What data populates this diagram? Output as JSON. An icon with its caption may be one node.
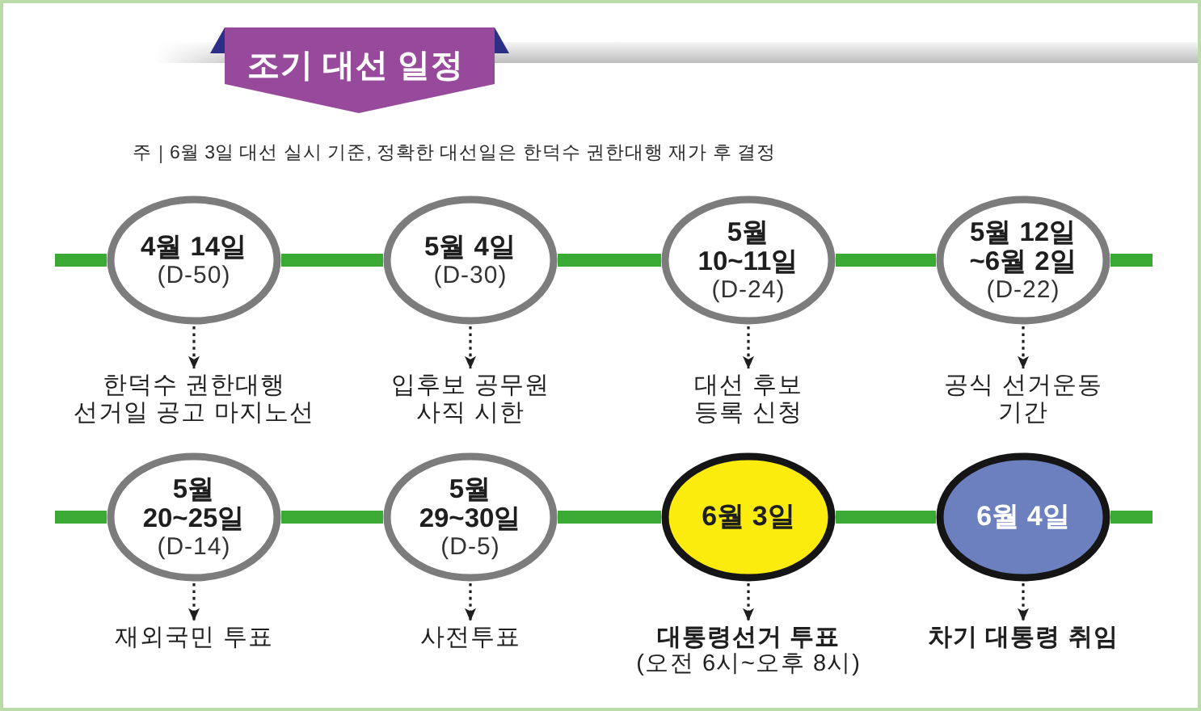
{
  "diagram": {
    "title": "조기 대선 일정",
    "nodes": [
      {
        "text": [
          "4월 14일",
          "(D-50)"
        ]
      },
      {
        "text": [
          "5월 4일",
          "(D-30)"
        ]
      },
      {
        "text": [
          "5월 10~11일",
          "(D-24)"
        ]
      },
      {
        "text": [
          "5월 12일 ~6월 2일",
          "(D-22)"
        ]
      },
      {
        "text": [
          "한덕수 권한대행 선거일 공고 마지노선"
        ]
      },
      {
        "text": [
          "입후보 공무원 사직 시한"
        ]
      },
      {
        "text": [
          "대선 후보 등록 신청"
        ]
      },
      {
        "text": [
          "공식 선거운동 기간"
        ]
      },
      {
        "text": [
          "5월 20~25일",
          "(D-14)"
        ]
      },
      {
        "text": [
          "5월 29~30일",
          "(D-5)"
        ]
      },
      {
        "text": [
          "6월 3일"
        ]
      },
      {
        "text": [
          "6월 4일"
        ]
      },
      {
        "text": [
          "재외국민 투표"
        ]
      },
      {
        "text": [
          "사전투표"
        ]
      },
      {
        "text": [
          "대통령선거 투표",
          "(오전 6시~오후 8시)"
        ]
      },
      {
        "text": [
          "차기 대통령 취임"
        ]
      }
    ],
    "edges": [
      {
        "from": null,
        "to": 0,
        "arrow": "none",
        "color": "#3aaa35"
      },
      {
        "from": 0,
        "to": 1,
        "arrow": "none",
        "color": "#3aaa35"
      },
      {
        "from": 1,
        "to": 2,
        "arrow": "none",
        "color": "#3aaa35"
      },
      {
        "from": 2,
        "to": 3,
        "arrow": "none",
        "color": "#3aaa35"
      },
      {
        "from": 3,
        "to": null,
        "arrow": "none",
        "color": "#3aaa35"
      },
      {
        "from": 0,
        "to": 4,
        "arrow": "to",
        "style": "dashed",
        "color": "#1e1e1e"
      },
      {
        "from": 1,
        "to": 5,
        "arrow": "to",
        "style": "dashed",
        "color": "#1e1e1e"
      },
      {
        "from": 2,
        "to": 6,
        "arrow": "to",
        "style": "dashed",
        "color": "#1e1e1e"
      },
      {
        "from": 3,
        "to": 7,
        "arrow": "to",
        "style": "dashed",
        "color": "#1e1e1e"
      },
      {
        "from": null,
        "to": 8,
        "arrow": "none",
        "color": "#3aaa35"
      },
      {
        "from": 8,
        "to": 9,
        "arrow": "none",
        "color": "#3aaa35"
      },
      {
        "from": 9,
        "to": 10,
        "arrow": "none",
        "color": "#3aaa35"
      },
      {
        "from": 10,
        "to": 11,
        "arrow": "none",
        "color": "#3aaa35"
      },
      {
        "from": 11,
        "to": null,
        "arrow": "none",
        "color": "#3aaa35"
      },
      {
        "from": 8,
        "to": 12,
        "arrow": "to",
        "style": "dashed",
        "color": "#1e1e1e"
      },
      {
        "from": 9,
        "to": 13,
        "arrow": "to",
        "style": "dashed",
        "color": "#1e1e1e"
      },
      {
        "from": 10,
        "to": 14,
        "arrow": "to",
        "style": "dashed",
        "color": "#1e1e1e"
      },
      {
        "from": 11,
        "to": 15,
        "arrow": "to",
        "style": "dashed",
        "color": "#1e1e1e"
      }
    ],
    "labels": [
      "주",
      "6월 3일 대선 실시 기준, 정확한 대선일은 한덕수 권한대행 재가 후 결정"
    ]
  }
}
